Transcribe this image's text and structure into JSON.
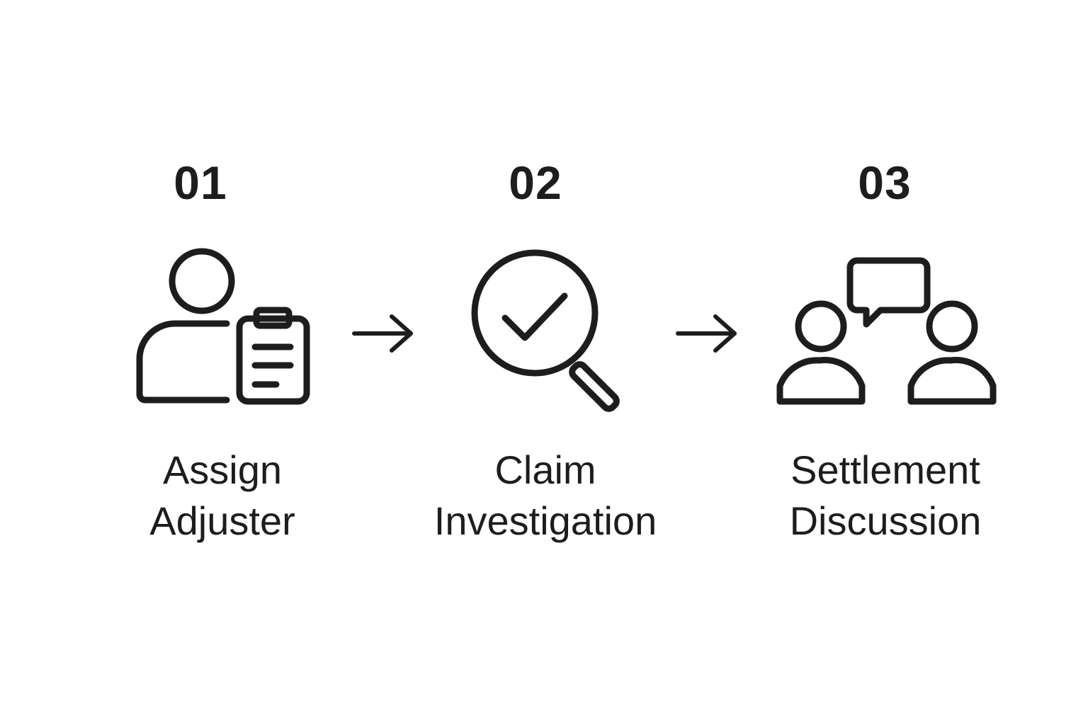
{
  "steps": [
    {
      "number": "01",
      "label_line1": "Assign",
      "label_line2": "Adjuster",
      "icon": "person-with-clipboard-icon"
    },
    {
      "number": "02",
      "label_line1": "Claim",
      "label_line2": "Investigation",
      "icon": "magnifier-checkmark-icon"
    },
    {
      "number": "03",
      "label_line1": "Settlement",
      "label_line2": "Discussion",
      "icon": "two-people-speech-bubble-icon"
    }
  ],
  "connectors": [
    "right-arrow-icon",
    "right-arrow-icon"
  ],
  "colors": {
    "ink": "#1d1d1d",
    "background": "#ffffff"
  }
}
